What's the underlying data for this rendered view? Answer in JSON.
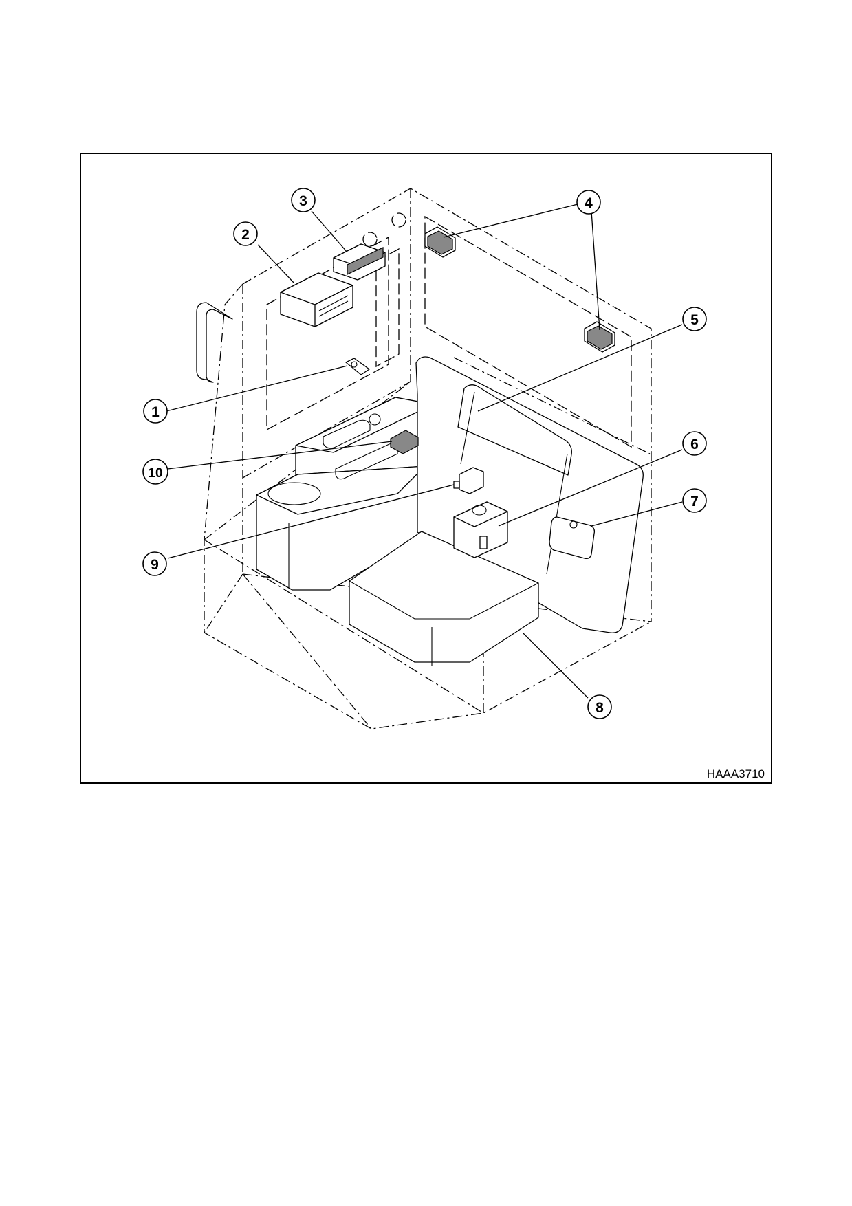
{
  "figure_code": "HAAA3710",
  "callouts": [
    "1",
    "2",
    "3",
    "4",
    "5",
    "6",
    "7",
    "8",
    "9",
    "10"
  ]
}
